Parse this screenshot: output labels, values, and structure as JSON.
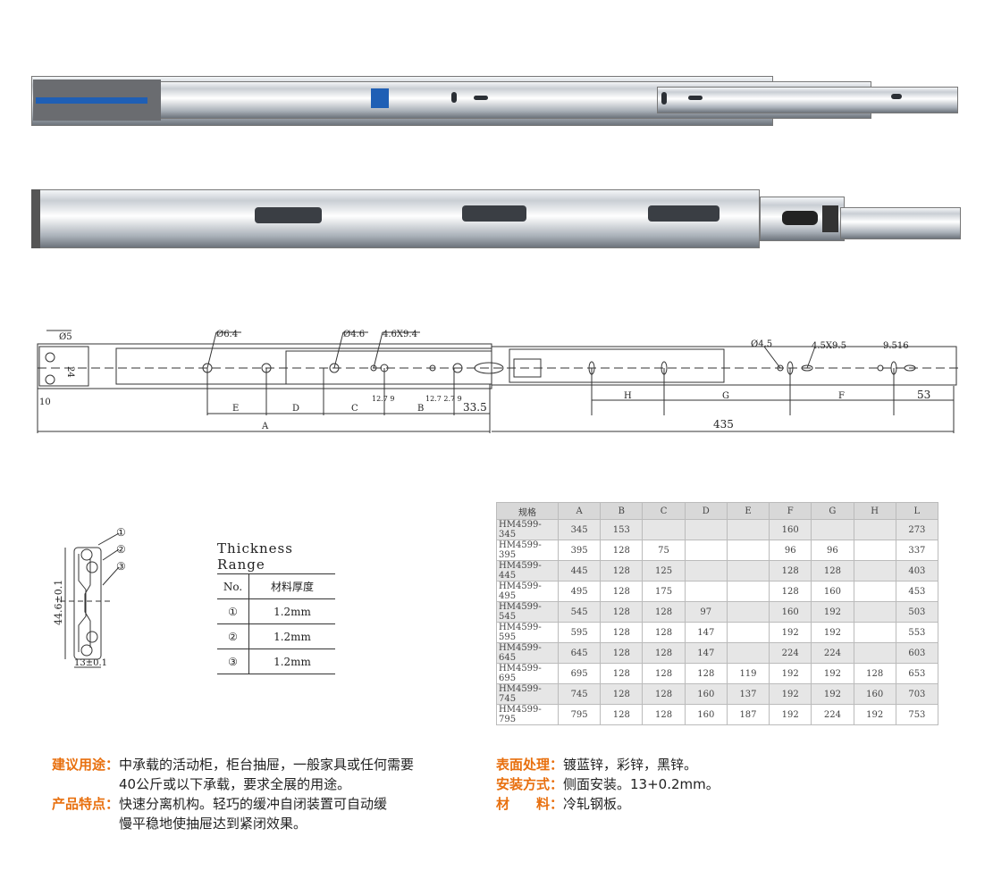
{
  "drawing": {
    "labels": {
      "d5": "Ø5",
      "d64": "Ø6.4",
      "d46": "Ø4.6",
      "slot1": "4.6X9.4",
      "d45": "Ø4.5",
      "slot2": "4.5X9.5",
      "dim9516": "9.516",
      "dim24": "24",
      "dim10": "10",
      "dim279a": "12.7 9",
      "dim279b": "12.7 2.7 9",
      "dim335": "33.5",
      "dim53": "53",
      "dim435": "435",
      "E": "E",
      "D": "D",
      "C": "C",
      "B": "B",
      "A": "A",
      "H": "H",
      "G": "G",
      "F": "F"
    }
  },
  "section": {
    "callouts": [
      "①",
      "②",
      "③"
    ],
    "height": "44.6±0.1",
    "width": "13±0.1"
  },
  "thickness": {
    "title": "Thickness Range",
    "headers": [
      "No.",
      "材料厚度"
    ],
    "rows": [
      [
        "①",
        "1.2mm"
      ],
      [
        "②",
        "1.2mm"
      ],
      [
        "③",
        "1.2mm"
      ]
    ]
  },
  "spec": {
    "headers": [
      "规格",
      "A",
      "B",
      "C",
      "D",
      "E",
      "F",
      "G",
      "H",
      "L"
    ],
    "rows": [
      [
        "HM4599-345",
        "345",
        "153",
        "",
        "",
        "",
        "160",
        "",
        "",
        "273"
      ],
      [
        "HM4599-395",
        "395",
        "128",
        "75",
        "",
        "",
        "96",
        "96",
        "",
        "337"
      ],
      [
        "HM4599-445",
        "445",
        "128",
        "125",
        "",
        "",
        "128",
        "128",
        "",
        "403"
      ],
      [
        "HM4599-495",
        "495",
        "128",
        "175",
        "",
        "",
        "128",
        "160",
        "",
        "453"
      ],
      [
        "HM4599-545",
        "545",
        "128",
        "128",
        "97",
        "",
        "160",
        "192",
        "",
        "503"
      ],
      [
        "HM4599-595",
        "595",
        "128",
        "128",
        "147",
        "",
        "192",
        "192",
        "",
        "553"
      ],
      [
        "HM4599-645",
        "645",
        "128",
        "128",
        "147",
        "",
        "224",
        "224",
        "",
        "603"
      ],
      [
        "HM4599-695",
        "695",
        "128",
        "128",
        "128",
        "119",
        "192",
        "192",
        "128",
        "653"
      ],
      [
        "HM4599-745",
        "745",
        "128",
        "128",
        "160",
        "137",
        "192",
        "192",
        "160",
        "703"
      ],
      [
        "HM4599-795",
        "795",
        "128",
        "128",
        "160",
        "187",
        "192",
        "224",
        "192",
        "753"
      ]
    ]
  },
  "info_left": [
    {
      "key": "建议用途：",
      "lines": [
        "中承载的活动柜，柜台抽屉，一般家具或任何需要",
        "40公斤或以下承载，要求全展的用途。"
      ]
    },
    {
      "key": "产品特点：",
      "lines": [
        "快速分离机构。轻巧的缓冲自闭装置可自动缓",
        "慢平稳地使抽屉达到紧闭效果。"
      ]
    }
  ],
  "info_right": [
    {
      "key": "表面处理：",
      "lines": [
        "镀蓝锌，彩锌，黑锌。"
      ]
    },
    {
      "key": "安装方式：",
      "lines": [
        "侧面安装。13+0.2mm。"
      ]
    },
    {
      "key": "材　　料：",
      "lines": [
        "冷轧钢板。"
      ]
    }
  ],
  "colors": {
    "accent": "#e8700f",
    "blue_clip": "#1f5fb5"
  }
}
